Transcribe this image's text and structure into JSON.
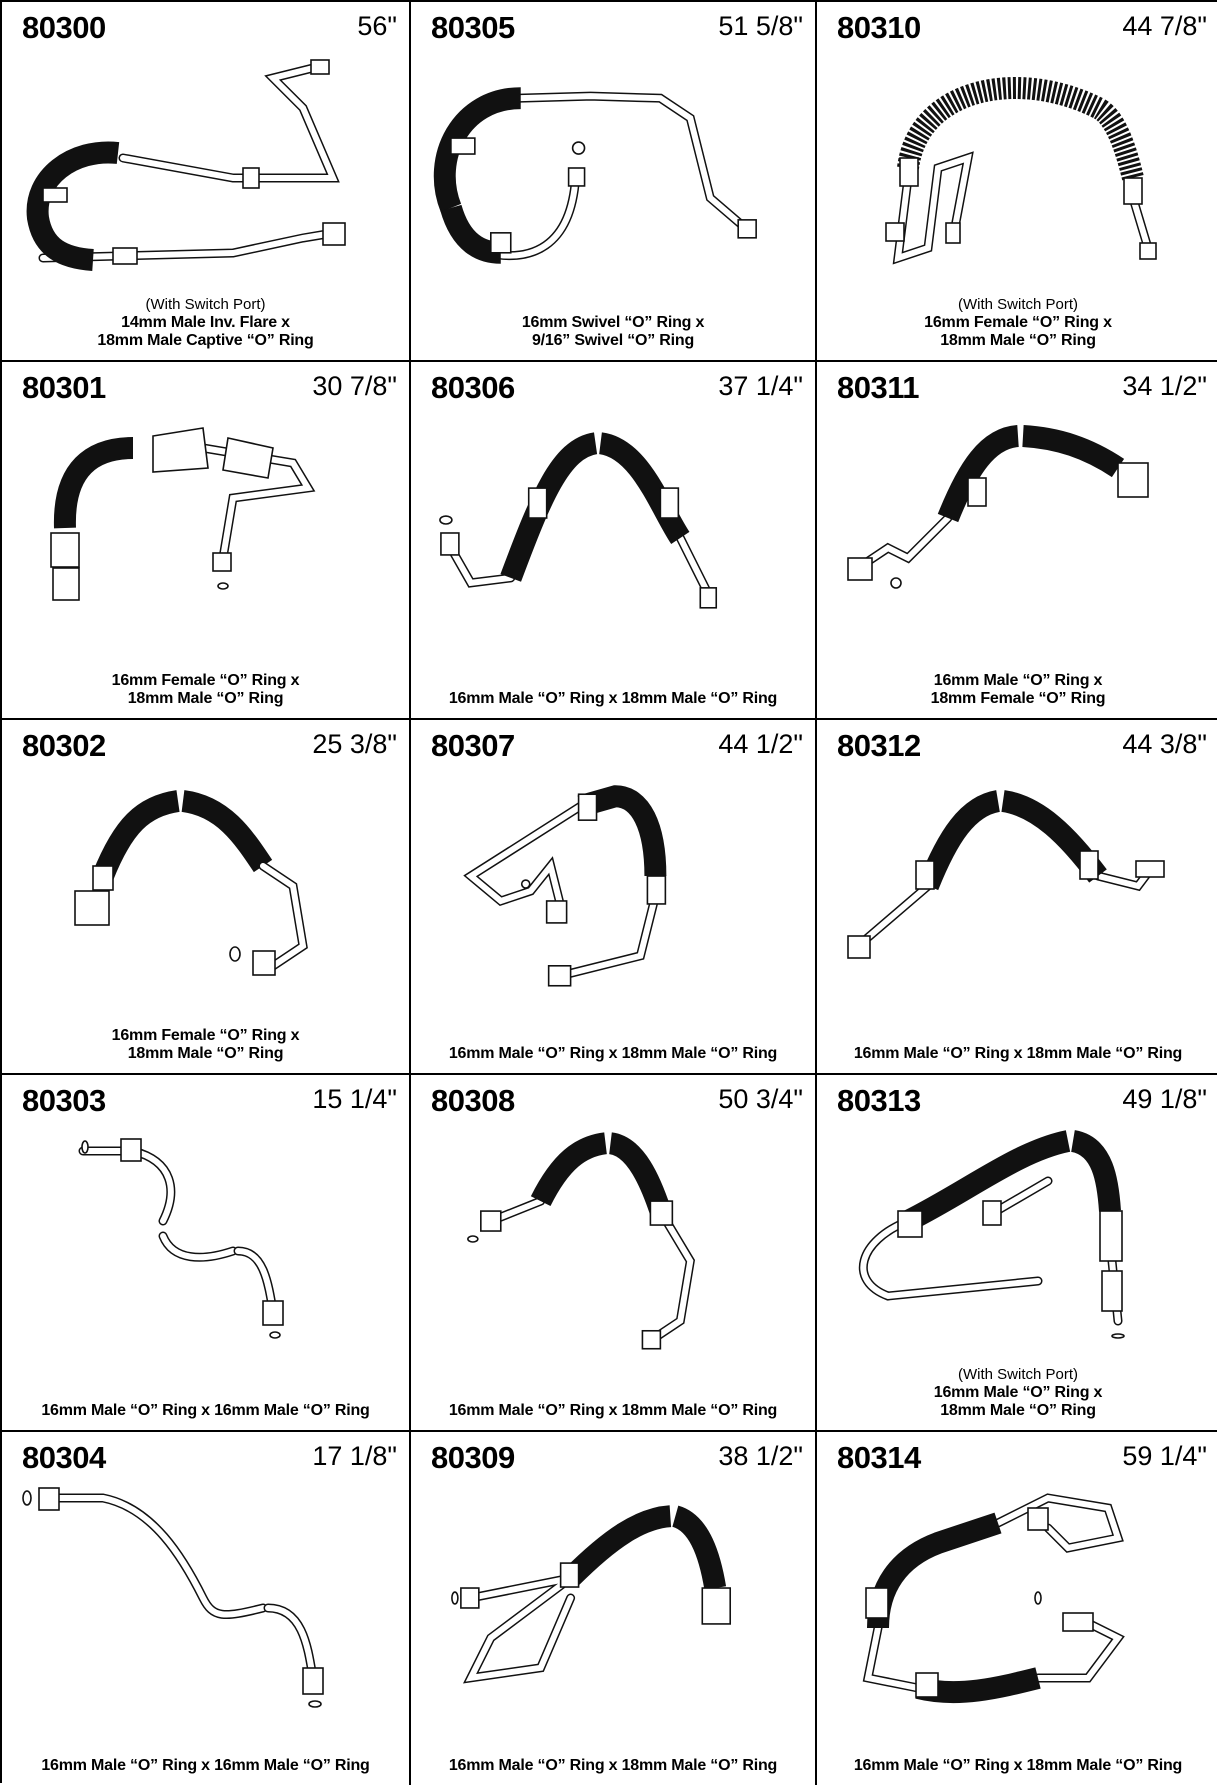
{
  "cells": [
    {
      "part": "80300",
      "length": "56\"",
      "note": "(With Switch Port)",
      "line1": "14mm Male Inv. Flare x",
      "line2": "18mm Male Captive “O” Ring"
    },
    {
      "part": "80305",
      "length": "51 5/8\"",
      "note": "",
      "line1": "16mm Swivel “O” Ring x",
      "line2": "9/16” Swivel “O” Ring"
    },
    {
      "part": "80310",
      "length": "44 7/8\"",
      "note": "(With Switch Port)",
      "line1": "16mm Female “O” Ring x",
      "line2": "18mm Male “O” Ring"
    },
    {
      "part": "80301",
      "length": "30 7/8\"",
      "note": "",
      "line1": "16mm Female  “O” Ring x",
      "line2": "18mm Male “O” Ring"
    },
    {
      "part": "80306",
      "length": "37 1/4\"",
      "note": "",
      "line1": "16mm Male “O” Ring x 18mm  Male “O” Ring",
      "line2": ""
    },
    {
      "part": "80311",
      "length": "34 1/2\"",
      "note": "",
      "line1": "16mm Male “O” Ring x",
      "line2": "18mm Female “O” Ring"
    },
    {
      "part": "80302",
      "length": "25 3/8\"",
      "note": "",
      "line1": "16mm Female  “O” Ring x",
      "line2": "18mm Male “O” Ring"
    },
    {
      "part": "80307",
      "length": "44 1/2\"",
      "note": "",
      "line1": "16mm Male “O” Ring x 18mm Male “O” Ring",
      "line2": ""
    },
    {
      "part": "80312",
      "length": "44 3/8\"",
      "note": "",
      "line1": "16mm Male “O” Ring x 18mm Male “O” Ring",
      "line2": ""
    },
    {
      "part": "80303",
      "length": "15 1/4\"",
      "note": "",
      "line1": "16mm Male “O” Ring x 16mm Male “O” Ring",
      "line2": ""
    },
    {
      "part": "80308",
      "length": "50 3/4\"",
      "note": "",
      "line1": "16mm Male “O” Ring x 18mm Male “O” Ring",
      "line2": ""
    },
    {
      "part": "80313",
      "length": "49 1/8\"",
      "note": "(With Switch Port)",
      "line1": "16mm Male “O” Ring x",
      "line2": "18mm Male “O” Ring"
    },
    {
      "part": "80304",
      "length": "17 1/8\"",
      "note": "",
      "line1": "16mm Male “O” Ring x 16mm Male “O” Ring",
      "line2": ""
    },
    {
      "part": "80309",
      "length": "38 1/2\"",
      "note": "",
      "line1": "16mm Male “O” Ring x 18mm Male “O” Ring",
      "line2": ""
    },
    {
      "part": "80314",
      "length": "59 1/4\"",
      "note": "",
      "line1": "16mm Male “O” Ring x 18mm Male “O” Ring",
      "line2": ""
    }
  ]
}
